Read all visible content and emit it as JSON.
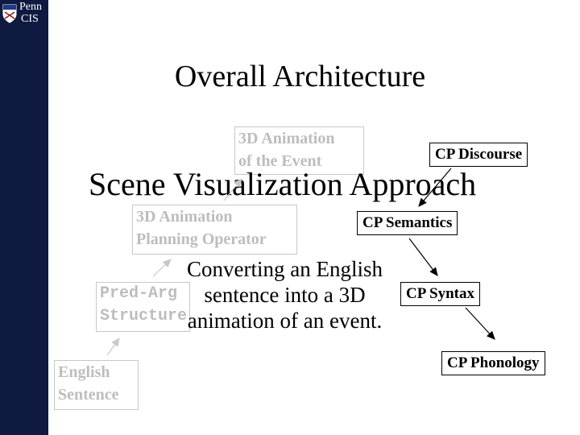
{
  "logo": {
    "line1": "Penn",
    "line2": "CIS"
  },
  "slide": {
    "title": "Overall Architecture",
    "subtitle": "Scene Visualization Approach",
    "description": [
      "Converting an English",
      "sentence into a 3D",
      "animation of an event."
    ]
  },
  "left_pipeline": {
    "english_sentence": [
      "English",
      "Sentence"
    ],
    "pred_arg": [
      "Pred-Arg",
      "Structure"
    ],
    "planning_operator": [
      "3D Animation",
      "Planning Operator"
    ],
    "animation_event": [
      "3D Animation",
      "of the Event"
    ]
  },
  "right_pipeline": {
    "discourse": "CP Discourse",
    "semantics": "CP Semantics",
    "syntax": "CP Syntax",
    "phonology": "CP Phonology"
  },
  "colors": {
    "sidebar": "#0f1a40",
    "faded_text": "#bdbdbd",
    "faded_border": "#c8c8c8"
  }
}
